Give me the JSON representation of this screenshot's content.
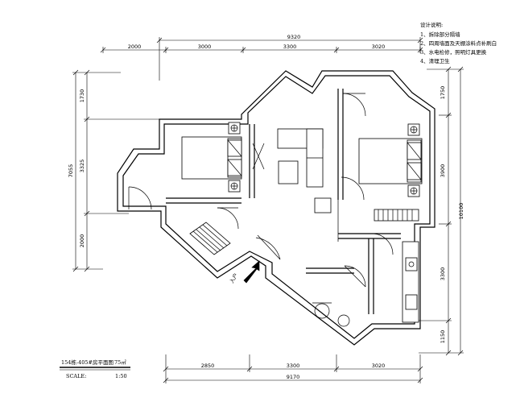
{
  "notes": {
    "title": "设计说明:",
    "items": [
      "1、拆除部分隔墙",
      "2、四周墙面及天棚涂料点补刷白",
      "3、水电检修，照明灯具更换",
      "4、清理卫生"
    ]
  },
  "dimensions": {
    "top": {
      "total": "9320",
      "segments": [
        "2000",
        "3000",
        "3300",
        "3020"
      ]
    },
    "bottom": {
      "total": "9170",
      "segments": [
        "2850",
        "3300",
        "3020"
      ]
    },
    "left": {
      "total": "7055",
      "segments": [
        "1730",
        "3325",
        "2000"
      ]
    },
    "right": {
      "total": "10100",
      "segments": [
        "1750",
        "3900",
        "3300",
        "1150"
      ]
    }
  },
  "entrance_label": "入户",
  "caption": {
    "title": "154栋-405#房平面图",
    "area": "75㎡",
    "scale_label": "SCALE:",
    "scale_value": "1:50"
  }
}
